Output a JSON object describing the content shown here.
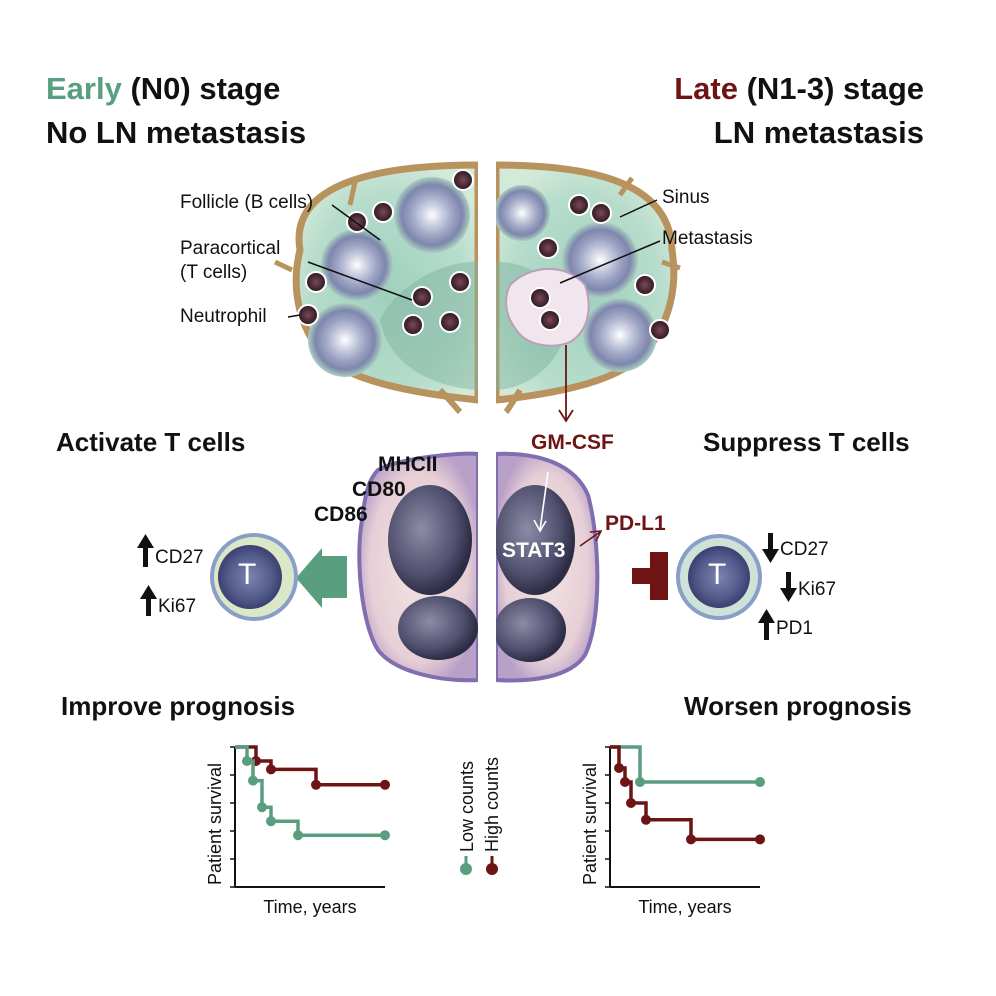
{
  "colors": {
    "early": "#5a9e80",
    "late": "#6e1414",
    "text": "#111111"
  },
  "header": {
    "left_stage_colored": "Early",
    "left_stage_rest": " (N0) stage",
    "left_line2": "No LN metastasis",
    "right_stage_colored": "Late",
    "right_stage_rest": " (N1-3) stage",
    "right_line2": "LN metastasis"
  },
  "node_labels": {
    "follicle": "Follicle (B cells)",
    "paracortical_1": "Paracortical",
    "paracortical_2": "(T cells)",
    "neutrophil": "Neutrophil",
    "sinus": "Sinus",
    "metastasis": "Metastasis"
  },
  "middle": {
    "activate": "Activate T cells",
    "suppress": "Suppress T cells",
    "gmcsf": "GM-CSF",
    "mhcii": "MHCII",
    "cd80": "CD80",
    "cd86": "CD86",
    "stat3": "STAT3",
    "pdl1": "PD-L1",
    "t_cell_letter": "T",
    "left_markers": [
      "CD27",
      "Ki67"
    ],
    "right_markers": [
      "CD27",
      "Ki67",
      "PD1"
    ]
  },
  "prognosis": {
    "left": "Improve prognosis",
    "right": "Worsen prognosis",
    "ylabel": "Patient survival",
    "xlabel": "Time, years",
    "legend_low": "Low counts",
    "legend_high": "High counts"
  },
  "chart_data": [
    {
      "type": "line",
      "title": "Improve prognosis",
      "xlabel": "Time, years",
      "ylabel": "Patient survival",
      "series": [
        {
          "name": "High counts",
          "x": [
            0,
            0.7,
            1.2,
            2.7,
            5.0
          ],
          "y": [
            1.0,
            0.9,
            0.84,
            0.73,
            0.73
          ]
        },
        {
          "name": "Low counts",
          "x": [
            0,
            0.4,
            0.6,
            0.9,
            1.2,
            2.1,
            5.0
          ],
          "y": [
            1.0,
            0.9,
            0.76,
            0.57,
            0.47,
            0.37,
            0.37
          ]
        }
      ]
    },
    {
      "type": "line",
      "title": "Worsen prognosis",
      "xlabel": "Time, years",
      "ylabel": "Patient survival",
      "series": [
        {
          "name": "Low counts",
          "x": [
            0,
            1.0,
            5.0
          ],
          "y": [
            1.0,
            0.75,
            0.75
          ]
        },
        {
          "name": "High counts",
          "x": [
            0,
            0.3,
            0.5,
            0.7,
            1.2,
            2.7,
            5.0
          ],
          "y": [
            1.0,
            0.85,
            0.75,
            0.6,
            0.48,
            0.34,
            0.34
          ]
        }
      ]
    }
  ]
}
